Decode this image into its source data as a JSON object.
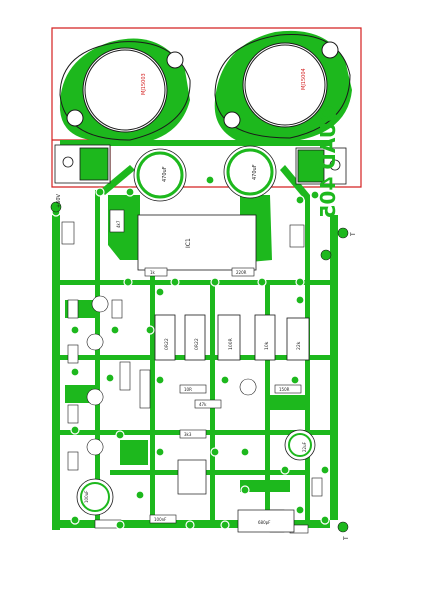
{
  "board": {
    "brand_text": "QUAD 405",
    "colors": {
      "copper": "#1db81d",
      "outline": "#1a1a1a",
      "highlight": "#d42020",
      "paper": "#ffffff"
    }
  },
  "transistors": {
    "q1_label": "MJ15003",
    "q2_label": "MJ15004"
  },
  "terminals": {
    "supply_pos": "+60V",
    "out_top": "T",
    "out_bottom": "T"
  },
  "components": {
    "ic_center": "IC1",
    "cap_main_left": "470uF",
    "cap_main_right": "470uF",
    "res_1": "0R22",
    "res_2": "0R22",
    "res_3": "100R",
    "res_4": "10k",
    "res_5": "22k",
    "res_6": "4k7",
    "res_7": "1k",
    "res_8": "220R",
    "res_9": "10R",
    "res_10": "47k",
    "res_11": "3k3",
    "res_12": "150R",
    "cap_small": "100nF",
    "cap_bottom": "680pF",
    "cap_elec_bottom": "100uF",
    "cap_elec_right": "22uF"
  }
}
